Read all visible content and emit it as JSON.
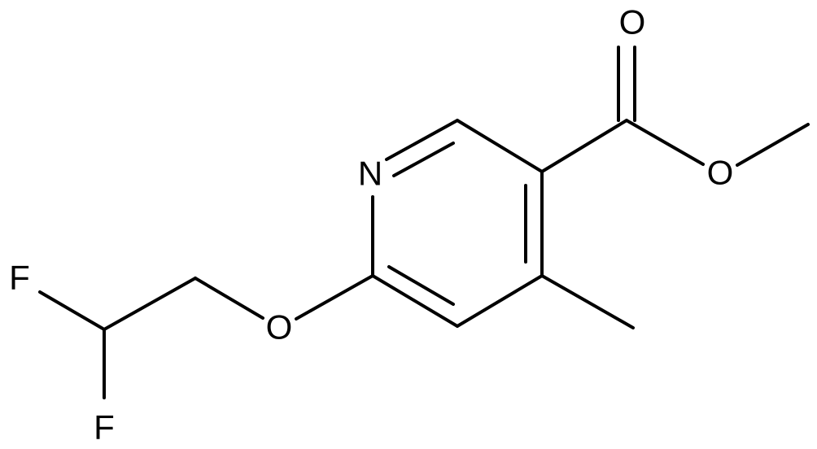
{
  "atoms": {
    "N": "N",
    "O_carbonyl": "O",
    "O_ester": "O",
    "O_ether": "O",
    "F_top": "F",
    "F_bottom": "F"
  },
  "colors": {
    "bond": "#000000",
    "label": "#000000",
    "background": "#ffffff"
  }
}
